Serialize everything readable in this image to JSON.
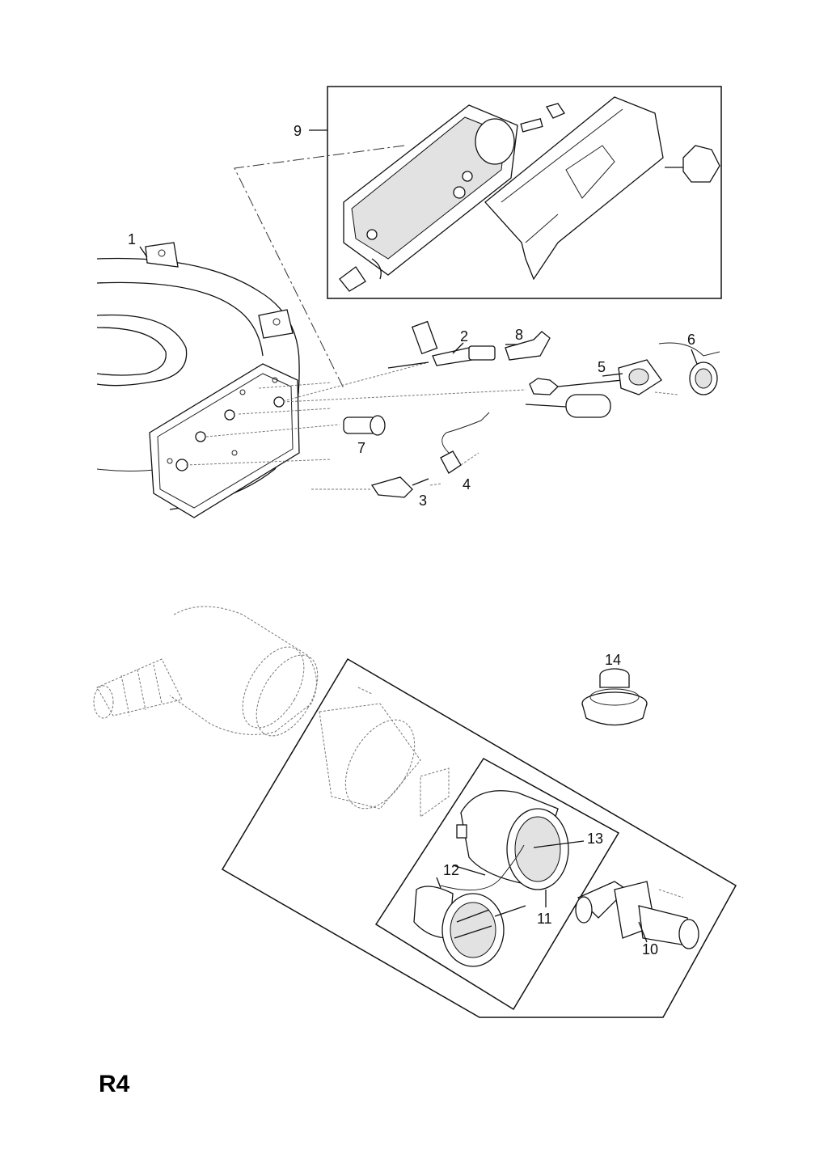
{
  "page": {
    "code": "R4"
  },
  "callouts": [
    "1",
    "2",
    "3",
    "4",
    "5",
    "6",
    "7",
    "8",
    "9",
    "10",
    "11",
    "12",
    "13",
    "14"
  ]
}
